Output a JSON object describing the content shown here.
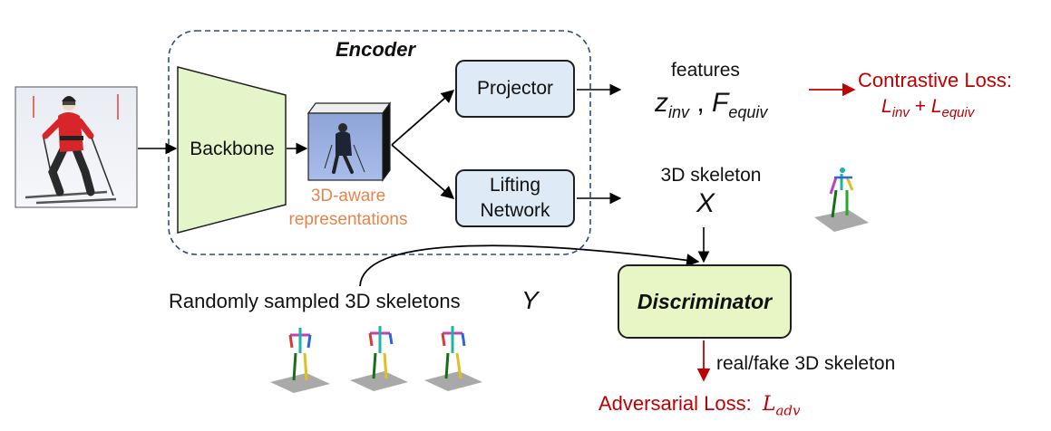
{
  "encoder": {
    "title": "Encoder"
  },
  "backbone": {
    "label": "Backbone"
  },
  "representation": {
    "line1": "3D-aware",
    "line2": "representations",
    "color": "#e8844a"
  },
  "projector": {
    "label": "Projector"
  },
  "lifting": {
    "line1": "Lifting",
    "line2": "Network"
  },
  "features": {
    "label": "features",
    "math_z": "z",
    "math_z_sub": "inv",
    "math_sep": " , ",
    "math_f": "F",
    "math_f_sub": "equiv"
  },
  "skeleton3d": {
    "label": "3D skeleton",
    "math": "X"
  },
  "contrastive": {
    "label": "Contrastive Loss:",
    "formula_a": "L",
    "formula_a_sub": "inv",
    "formula_plus": " + ",
    "formula_b": "L",
    "formula_b_sub": "equiv"
  },
  "sampled": {
    "label": "Randomly sampled 3D skeletons",
    "math": "Y"
  },
  "discriminator": {
    "label": "Discriminator"
  },
  "output": {
    "label": "real/fake 3D skeleton"
  },
  "adversarial": {
    "label": "Adversarial Loss:",
    "formula": "L",
    "formula_sub": "adv"
  },
  "colors": {
    "box_fill": "#deebf7",
    "backbone_fill": "#e4f5c9",
    "discriminator_fill": "#e8f6c6",
    "loss_red": "#c00000",
    "encoder_border": "#2f4a7a"
  },
  "icons": [
    "skier-photo",
    "feature-cube",
    "skeleton-figure"
  ]
}
